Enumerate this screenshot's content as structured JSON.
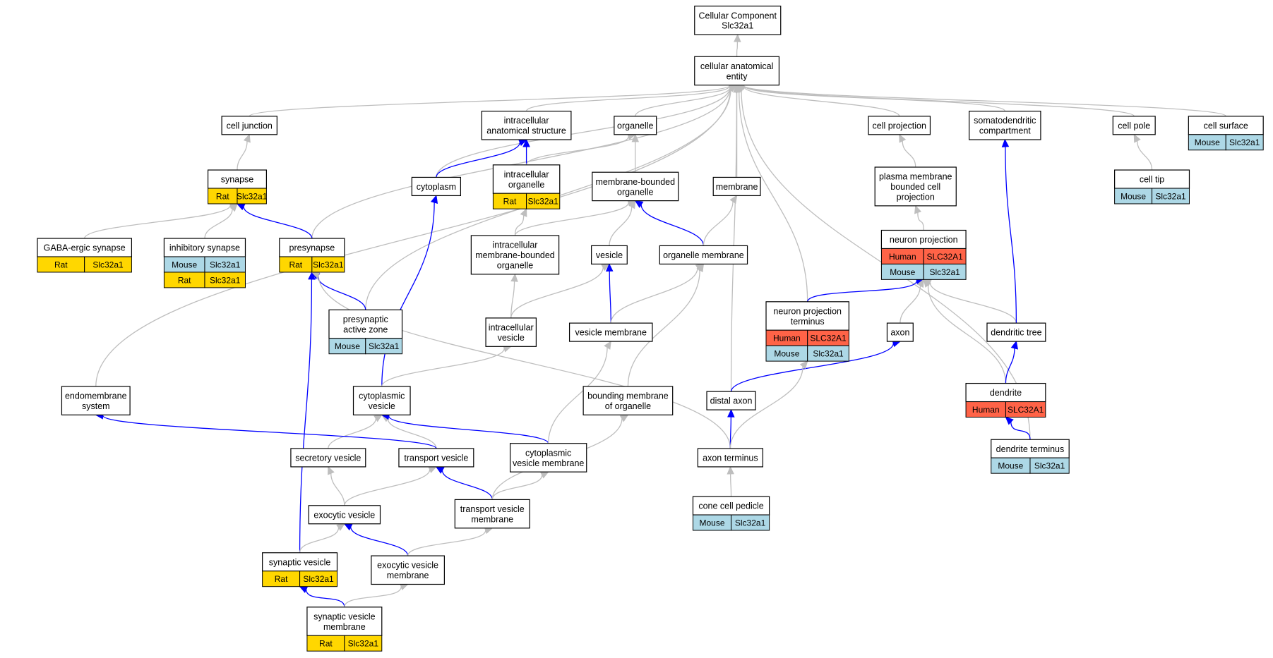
{
  "colors": {
    "Rat": "#FFD700",
    "Mouse": "#ADD8E6",
    "Human": "#FF6347",
    "is_a_edge": "#BEBEBE",
    "part_of_edge": "#0000FF"
  },
  "nodes": [
    {
      "id": "root",
      "lines": [
        "Cellular Component",
        "Slc32a1"
      ],
      "annotations": []
    },
    {
      "id": "cae",
      "lines": [
        "cellular anatomical",
        "entity"
      ],
      "annotations": []
    },
    {
      "id": "celljunction",
      "lines": [
        "cell junction"
      ],
      "annotations": []
    },
    {
      "id": "ias",
      "lines": [
        "intracellular",
        "anatomical structure"
      ],
      "annotations": []
    },
    {
      "id": "organelle",
      "lines": [
        "organelle"
      ],
      "annotations": []
    },
    {
      "id": "cellprojection",
      "lines": [
        "cell projection"
      ],
      "annotations": []
    },
    {
      "id": "somato",
      "lines": [
        "somatodendritic",
        "compartment"
      ],
      "annotations": []
    },
    {
      "id": "cellpole",
      "lines": [
        "cell pole"
      ],
      "annotations": []
    },
    {
      "id": "cellsurface",
      "lines": [
        "cell surface"
      ],
      "annotations": [
        [
          "Mouse",
          "Slc32a1"
        ]
      ]
    },
    {
      "id": "synapse",
      "lines": [
        "synapse"
      ],
      "annotations": [
        [
          "Rat",
          "Slc32a1"
        ]
      ]
    },
    {
      "id": "cytoplasm",
      "lines": [
        "cytoplasm"
      ],
      "annotations": []
    },
    {
      "id": "intorganelle",
      "lines": [
        "intracellular",
        "organelle"
      ],
      "annotations": [
        [
          "Rat",
          "Slc32a1"
        ]
      ]
    },
    {
      "id": "mbo",
      "lines": [
        "membrane-bounded",
        "organelle"
      ],
      "annotations": []
    },
    {
      "id": "membrane",
      "lines": [
        "membrane"
      ],
      "annotations": []
    },
    {
      "id": "pmbcp",
      "lines": [
        "plasma membrane",
        "bounded cell",
        "projection"
      ],
      "annotations": []
    },
    {
      "id": "celltip",
      "lines": [
        "cell tip"
      ],
      "annotations": [
        [
          "Mouse",
          "Slc32a1"
        ]
      ]
    },
    {
      "id": "gaba",
      "lines": [
        "GABA-ergic synapse"
      ],
      "annotations": [
        [
          "Rat",
          "Slc32a1"
        ]
      ]
    },
    {
      "id": "inhib",
      "lines": [
        "inhibitory synapse"
      ],
      "annotations": [
        [
          "Mouse",
          "Slc32a1"
        ],
        [
          "Rat",
          "Slc32a1"
        ]
      ]
    },
    {
      "id": "presynapse",
      "lines": [
        "presynapse"
      ],
      "annotations": [
        [
          "Rat",
          "Slc32a1"
        ]
      ]
    },
    {
      "id": "imbo",
      "lines": [
        "intracellular",
        "membrane-bounded",
        "organelle"
      ],
      "annotations": []
    },
    {
      "id": "vesicle",
      "lines": [
        "vesicle"
      ],
      "annotations": []
    },
    {
      "id": "orgmem",
      "lines": [
        "organelle membrane"
      ],
      "annotations": []
    },
    {
      "id": "neuronproj",
      "lines": [
        "neuron projection"
      ],
      "annotations": [
        [
          "Human",
          "SLC32A1"
        ],
        [
          "Mouse",
          "Slc32a1"
        ]
      ]
    },
    {
      "id": "presynactive",
      "lines": [
        "presynaptic",
        "active zone"
      ],
      "annotations": [
        [
          "Mouse",
          "Slc32a1"
        ]
      ]
    },
    {
      "id": "intvesicle",
      "lines": [
        "intracellular",
        "vesicle"
      ],
      "annotations": []
    },
    {
      "id": "vesmem",
      "lines": [
        "vesicle membrane"
      ],
      "annotations": []
    },
    {
      "id": "npterminus",
      "lines": [
        "neuron projection",
        "terminus"
      ],
      "annotations": [
        [
          "Human",
          "SLC32A1"
        ],
        [
          "Mouse",
          "Slc32a1"
        ]
      ]
    },
    {
      "id": "axon",
      "lines": [
        "axon"
      ],
      "annotations": []
    },
    {
      "id": "dendtree",
      "lines": [
        "dendritic tree"
      ],
      "annotations": []
    },
    {
      "id": "endomem",
      "lines": [
        "endomembrane",
        "system"
      ],
      "annotations": []
    },
    {
      "id": "cytovesicle",
      "lines": [
        "cytoplasmic",
        "vesicle"
      ],
      "annotations": []
    },
    {
      "id": "boundmem",
      "lines": [
        "bounding membrane",
        "of organelle"
      ],
      "annotations": []
    },
    {
      "id": "distalaxon",
      "lines": [
        "distal axon"
      ],
      "annotations": []
    },
    {
      "id": "dendrite",
      "lines": [
        "dendrite"
      ],
      "annotations": [
        [
          "Human",
          "SLC32A1"
        ]
      ]
    },
    {
      "id": "secretory",
      "lines": [
        "secretory vesicle"
      ],
      "annotations": []
    },
    {
      "id": "transport",
      "lines": [
        "transport vesicle"
      ],
      "annotations": []
    },
    {
      "id": "cytovesmem",
      "lines": [
        "cytoplasmic",
        "vesicle membrane"
      ],
      "annotations": []
    },
    {
      "id": "axonterm",
      "lines": [
        "axon terminus"
      ],
      "annotations": []
    },
    {
      "id": "dendterm",
      "lines": [
        "dendrite terminus"
      ],
      "annotations": [
        [
          "Mouse",
          "Slc32a1"
        ]
      ]
    },
    {
      "id": "exocytic",
      "lines": [
        "exocytic vesicle"
      ],
      "annotations": []
    },
    {
      "id": "transvesmem",
      "lines": [
        "transport vesicle",
        "membrane"
      ],
      "annotations": []
    },
    {
      "id": "conepedicle",
      "lines": [
        "cone cell pedicle"
      ],
      "annotations": [
        [
          "Mouse",
          "Slc32a1"
        ]
      ]
    },
    {
      "id": "synvesicle",
      "lines": [
        "synaptic vesicle"
      ],
      "annotations": [
        [
          "Rat",
          "Slc32a1"
        ]
      ]
    },
    {
      "id": "exovesmem",
      "lines": [
        "exocytic vesicle",
        "membrane"
      ],
      "annotations": []
    },
    {
      "id": "synvesmem",
      "lines": [
        "synaptic vesicle",
        "membrane"
      ],
      "annotations": [
        [
          "Rat",
          "Slc32a1"
        ]
      ]
    }
  ],
  "edges": [
    [
      "cae",
      "root",
      "is_a"
    ],
    [
      "celljunction",
      "cae",
      "is_a"
    ],
    [
      "ias",
      "cae",
      "is_a"
    ],
    [
      "organelle",
      "cae",
      "is_a"
    ],
    [
      "cellprojection",
      "cae",
      "is_a"
    ],
    [
      "somato",
      "cae",
      "is_a"
    ],
    [
      "cellpole",
      "cae",
      "is_a"
    ],
    [
      "cellsurface",
      "cae",
      "is_a"
    ],
    [
      "membrane",
      "cae",
      "is_a"
    ],
    [
      "cytoplasm",
      "cae",
      "is_a"
    ],
    [
      "presynapse",
      "cae",
      "is_a"
    ],
    [
      "presynactive",
      "cae",
      "is_a"
    ],
    [
      "endomem",
      "cae",
      "is_a"
    ],
    [
      "npterminus",
      "cae",
      "is_a"
    ],
    [
      "distalaxon",
      "cae",
      "is_a"
    ],
    [
      "dendterm",
      "cae",
      "is_a"
    ],
    [
      "synapse",
      "celljunction",
      "is_a"
    ],
    [
      "gaba",
      "synapse",
      "is_a"
    ],
    [
      "inhib",
      "synapse",
      "is_a"
    ],
    [
      "presynapse",
      "synapse",
      "part_of"
    ],
    [
      "cytoplasm",
      "ias",
      "part_of"
    ],
    [
      "intorganelle",
      "ias",
      "part_of"
    ],
    [
      "intorganelle",
      "organelle",
      "is_a"
    ],
    [
      "mbo",
      "organelle",
      "is_a"
    ],
    [
      "imbo",
      "intorganelle",
      "is_a"
    ],
    [
      "imbo",
      "mbo",
      "is_a"
    ],
    [
      "vesicle",
      "mbo",
      "is_a"
    ],
    [
      "orgmem",
      "mbo",
      "part_of"
    ],
    [
      "orgmem",
      "membrane",
      "is_a"
    ],
    [
      "pmbcp",
      "cellprojection",
      "is_a"
    ],
    [
      "neuronproj",
      "pmbcp",
      "is_a"
    ],
    [
      "celltip",
      "cellpole",
      "is_a"
    ],
    [
      "presynactive",
      "presynapse",
      "part_of"
    ],
    [
      "synvesicle",
      "presynapse",
      "part_of"
    ],
    [
      "axonterm",
      "presynapse",
      "is_a"
    ],
    [
      "intvesicle",
      "imbo",
      "is_a"
    ],
    [
      "intvesicle",
      "vesicle",
      "is_a"
    ],
    [
      "vesmem",
      "vesicle",
      "part_of"
    ],
    [
      "vesmem",
      "orgmem",
      "is_a"
    ],
    [
      "npterminus",
      "neuronproj",
      "part_of"
    ],
    [
      "axon",
      "neuronproj",
      "is_a"
    ],
    [
      "dendtree",
      "neuronproj",
      "is_a"
    ],
    [
      "dendrite",
      "neuronproj",
      "is_a"
    ],
    [
      "dendtree",
      "somato",
      "part_of"
    ],
    [
      "cytovesicle",
      "cytoplasm",
      "part_of"
    ],
    [
      "cytovesicle",
      "intvesicle",
      "is_a"
    ],
    [
      "boundmem",
      "orgmem",
      "is_a"
    ],
    [
      "distalaxon",
      "axon",
      "part_of"
    ],
    [
      "dendrite",
      "dendtree",
      "part_of"
    ],
    [
      "secretory",
      "cytovesicle",
      "is_a"
    ],
    [
      "transport",
      "cytovesicle",
      "is_a"
    ],
    [
      "transport",
      "endomem",
      "part_of"
    ],
    [
      "cytovesmem",
      "cytovesicle",
      "part_of"
    ],
    [
      "cytovesmem",
      "vesmem",
      "is_a"
    ],
    [
      "axonterm",
      "distalaxon",
      "part_of"
    ],
    [
      "axonterm",
      "npterminus",
      "is_a"
    ],
    [
      "dendterm",
      "dendrite",
      "part_of"
    ],
    [
      "exocytic",
      "secretory",
      "is_a"
    ],
    [
      "exocytic",
      "transport",
      "is_a"
    ],
    [
      "transvesmem",
      "transport",
      "part_of"
    ],
    [
      "transvesmem",
      "cytovesmem",
      "is_a"
    ],
    [
      "transvesmem",
      "boundmem",
      "is_a"
    ],
    [
      "conepedicle",
      "axonterm",
      "is_a"
    ],
    [
      "synvesicle",
      "exocytic",
      "is_a"
    ],
    [
      "exovesmem",
      "exocytic",
      "part_of"
    ],
    [
      "exovesmem",
      "transvesmem",
      "is_a"
    ],
    [
      "synvesmem",
      "synvesicle",
      "part_of"
    ],
    [
      "synvesmem",
      "exovesmem",
      "is_a"
    ]
  ]
}
